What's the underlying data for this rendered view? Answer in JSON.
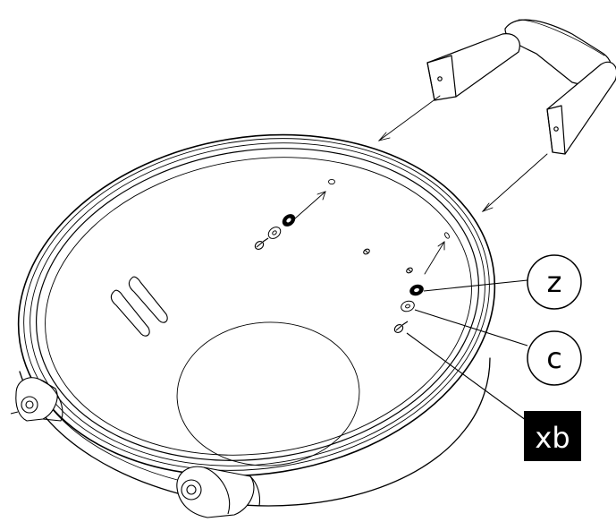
{
  "callouts": [
    {
      "id": "z",
      "label": "z",
      "style": "circle",
      "part": "rubber-washer"
    },
    {
      "id": "c",
      "label": "c",
      "style": "circle",
      "part": "flat-washer"
    },
    {
      "id": "xb",
      "label": "xb",
      "style": "black-box",
      "part": "screw"
    }
  ],
  "colors": {
    "line": "#000000",
    "background": "#ffffff",
    "callout_box": "#000000",
    "callout_box_text": "#ffffff"
  },
  "icons": [
    "arrow-icon",
    "screw-icon",
    "washer-icon",
    "rubber-washer-icon",
    "hole-icon",
    "hinge-icon"
  ]
}
